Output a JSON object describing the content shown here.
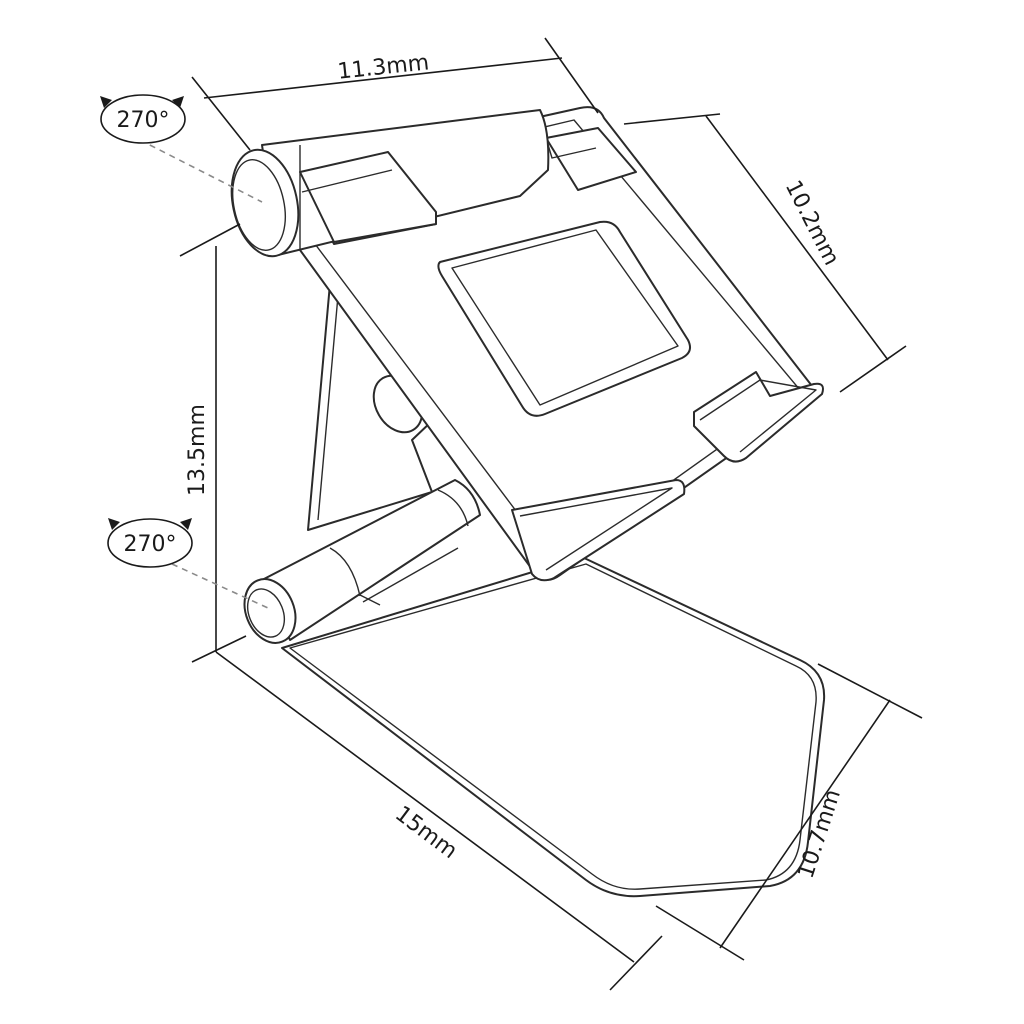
{
  "dimensions": {
    "top_width": "11.3mm",
    "top_depth": "10.2mm",
    "height": "13.5mm",
    "base_length": "15mm",
    "base_width": "10.7mm"
  },
  "rotation": {
    "upper_hinge": "270°",
    "lower_hinge": "270°"
  }
}
